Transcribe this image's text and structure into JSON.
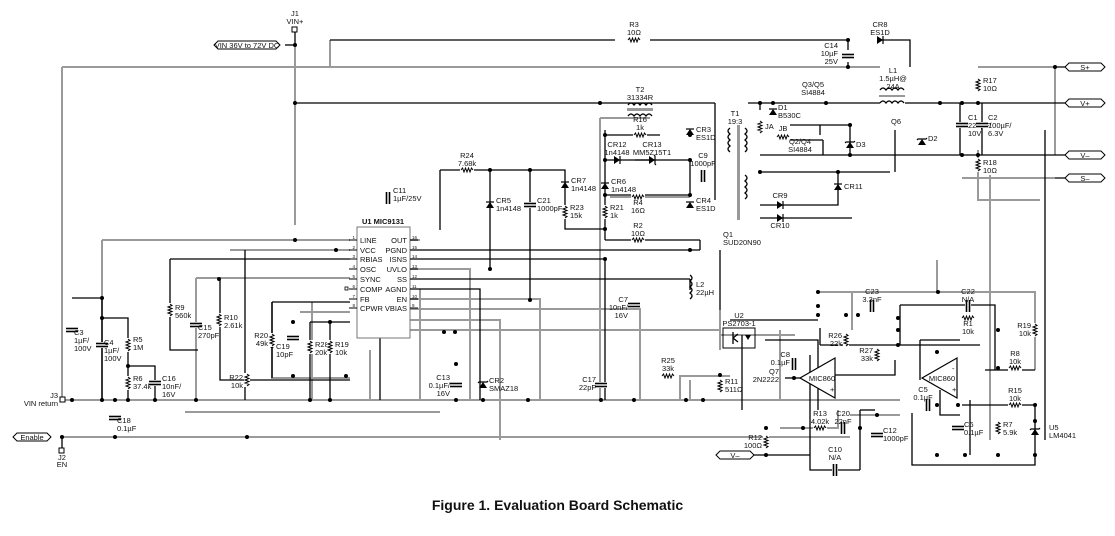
{
  "caption": "Figure 1. Evaluation Board Schematic",
  "connectors": {
    "j1": {
      "ref": "J1",
      "name": "VIN+"
    },
    "j2": {
      "ref": "J2",
      "name": "EN"
    },
    "j3": {
      "ref": "J3",
      "name": "VIN return"
    }
  },
  "net_flags": {
    "vin": "VIN 36V to 72V DC",
    "enable": "Enable",
    "s_plus": "S+",
    "v_plus": "V+",
    "v_minus": "V–",
    "s_minus": "S–",
    "v_minus_fb": "V–"
  },
  "ic_u1": {
    "ref": "U1",
    "part": "MIC9131",
    "left_pins": [
      {
        "num": "1",
        "name": "LINE"
      },
      {
        "num": "2",
        "name": "VCC"
      },
      {
        "num": "3",
        "name": "RBIAS"
      },
      {
        "num": "4",
        "name": "OSC"
      },
      {
        "num": "5",
        "name": "SYNC"
      },
      {
        "num": "6",
        "name": "COMP"
      },
      {
        "num": "7",
        "name": "FB"
      },
      {
        "num": "8",
        "name": "CPWR"
      }
    ],
    "right_pins": [
      {
        "num": "16",
        "name": "OUT"
      },
      {
        "num": "15",
        "name": "PGND"
      },
      {
        "num": "14",
        "name": "ISNS"
      },
      {
        "num": "13",
        "name": "UVLO"
      },
      {
        "num": "12",
        "name": "SS"
      },
      {
        "num": "11",
        "name": "AGND"
      },
      {
        "num": "10",
        "name": "EN"
      },
      {
        "num": "9",
        "name": "VBIAS"
      }
    ]
  },
  "components": {
    "R3": {
      "ref": "R3",
      "value": "10Ω"
    },
    "CR8": {
      "ref": "CR8",
      "value": "ES1D"
    },
    "C14": {
      "ref": "C14",
      "value": "10µF",
      "rating": "25V"
    },
    "L1": {
      "ref": "L1",
      "value": "1.5µH@",
      "rating": "24A"
    },
    "R17": {
      "ref": "R17",
      "value": "10Ω"
    },
    "T2": {
      "ref": "T2",
      "value": "31334R"
    },
    "R16": {
      "ref": "R16",
      "value": "1k"
    },
    "CR12": {
      "ref": "CR12",
      "value": "1n4148"
    },
    "CR13": {
      "ref": "CR13",
      "value": "MM5Z15T1"
    },
    "CR3": {
      "ref": "CR3",
      "value": "ES1D"
    },
    "C9": {
      "ref": "C9",
      "value": "1000pF"
    },
    "T1": {
      "ref": "T1",
      "value": "19:3"
    },
    "D1": {
      "ref": "D1",
      "value": "B530C"
    },
    "Q3Q5": {
      "ref": "Q3/Q5",
      "value": "SI4884"
    },
    "JA": {
      "ref": "JA",
      "value": ""
    },
    "JB": {
      "ref": "JB",
      "value": ""
    },
    "Q2Q4": {
      "ref": "Q2/Q4",
      "value": "SI4884"
    },
    "D3": {
      "ref": "D3",
      "value": ""
    },
    "Q6": {
      "ref": "Q6",
      "value": ""
    },
    "D2": {
      "ref": "D2",
      "value": ""
    },
    "C1": {
      "ref": "C1",
      "value": "220µF/",
      "rating": "10V"
    },
    "C2": {
      "ref": "C2",
      "value": "100µF/",
      "rating": "6.3V"
    },
    "R18": {
      "ref": "R18",
      "value": "10Ω"
    },
    "R24": {
      "ref": "R24",
      "value": "7.68k"
    },
    "CR7": {
      "ref": "CR7",
      "value": "1n4148"
    },
    "CR6": {
      "ref": "CR6",
      "value": "1n4148"
    },
    "CR5": {
      "ref": "CR5",
      "value": "1n4148"
    },
    "C21": {
      "ref": "C21",
      "value": "1000pF"
    },
    "R23": {
      "ref": "R23",
      "value": "15k"
    },
    "R21": {
      "ref": "R21",
      "value": "1k"
    },
    "R4": {
      "ref": "R4",
      "value": "16Ω"
    },
    "CR4": {
      "ref": "CR4",
      "value": "ES1D"
    },
    "R2": {
      "ref": "R2",
      "value": "10Ω"
    },
    "Q1": {
      "ref": "Q1",
      "value": "SUD20N90"
    },
    "CR9": {
      "ref": "CR9",
      "value": ""
    },
    "CR10": {
      "ref": "CR10",
      "value": ""
    },
    "CR11": {
      "ref": "CR11",
      "value": ""
    },
    "C11": {
      "ref": "C11",
      "value": "1µF/25V"
    },
    "L2": {
      "ref": "L2",
      "value": "22µH"
    },
    "C7": {
      "ref": "C7",
      "value": "10nF/",
      "rating": "16V"
    },
    "C3": {
      "ref": "C3",
      "value": "1µF/",
      "rating": "100V"
    },
    "C4": {
      "ref": "C4",
      "value": "1µF/",
      "rating": "100V"
    },
    "R5": {
      "ref": "R5",
      "value": "1M"
    },
    "R6": {
      "ref": "R6",
      "value": "37.4k"
    },
    "C16": {
      "ref": "C16",
      "value": "10nF/",
      "rating": "16V"
    },
    "C18": {
      "ref": "C18",
      "value": "0.1µF"
    },
    "R9": {
      "ref": "R9",
      "value": "560k"
    },
    "C15": {
      "ref": "C15",
      "value": "270pF"
    },
    "R10": {
      "ref": "R10",
      "value": "2.61k"
    },
    "R20": {
      "ref": "R20",
      "value": "49k"
    },
    "C19": {
      "ref": "C19",
      "value": "10pF"
    },
    "R28": {
      "ref": "R28",
      "value": "20k"
    },
    "R19": {
      "ref": "R19",
      "value": "10k"
    },
    "R22": {
      "ref": "R22",
      "value": "10k"
    },
    "C13": {
      "ref": "C13",
      "value": "0.1µF/",
      "rating": "16V"
    },
    "CR2": {
      "ref": "CR2",
      "value": "SMAZ18"
    },
    "C17": {
      "ref": "C17",
      "value": "22pF"
    },
    "R25": {
      "ref": "R25",
      "value": "33k"
    },
    "R11": {
      "ref": "R11",
      "value": "511Ω"
    },
    "U2": {
      "ref": "U2",
      "value": "PS2703-1"
    },
    "C8": {
      "ref": "C8",
      "value": "0.1µF"
    },
    "Q7": {
      "ref": "Q7",
      "value": "2N2222"
    },
    "R12": {
      "ref": "R12",
      "value": "100Ω"
    },
    "R13": {
      "ref": "R13",
      "value": "4.02k"
    },
    "C20": {
      "ref": "C20",
      "value": "22nF"
    },
    "C10": {
      "ref": "C10",
      "value": "N/A"
    },
    "C12": {
      "ref": "C12",
      "value": "1000pF"
    },
    "C23": {
      "ref": "C23",
      "value": "3.3nF"
    },
    "C22": {
      "ref": "C22",
      "value": "N/A"
    },
    "R26": {
      "ref": "R26",
      "value": "22k"
    },
    "R27": {
      "ref": "R27",
      "value": "33k"
    },
    "R1": {
      "ref": "R1",
      "value": "10k"
    },
    "R19b": {
      "ref": "R19",
      "value": "10k"
    },
    "R8": {
      "ref": "R8",
      "value": "10k"
    },
    "C5": {
      "ref": "C5",
      "value": "0.1µF"
    },
    "R15": {
      "ref": "R15",
      "value": "10k"
    },
    "C6": {
      "ref": "C6",
      "value": "0.1µF"
    },
    "R7": {
      "ref": "R7",
      "value": "5.9k"
    },
    "U5": {
      "ref": "U5",
      "value": "LM4041"
    },
    "OA1": {
      "ref": "",
      "value": "MIC860"
    },
    "OA2": {
      "ref": "",
      "value": "MIC860"
    }
  }
}
